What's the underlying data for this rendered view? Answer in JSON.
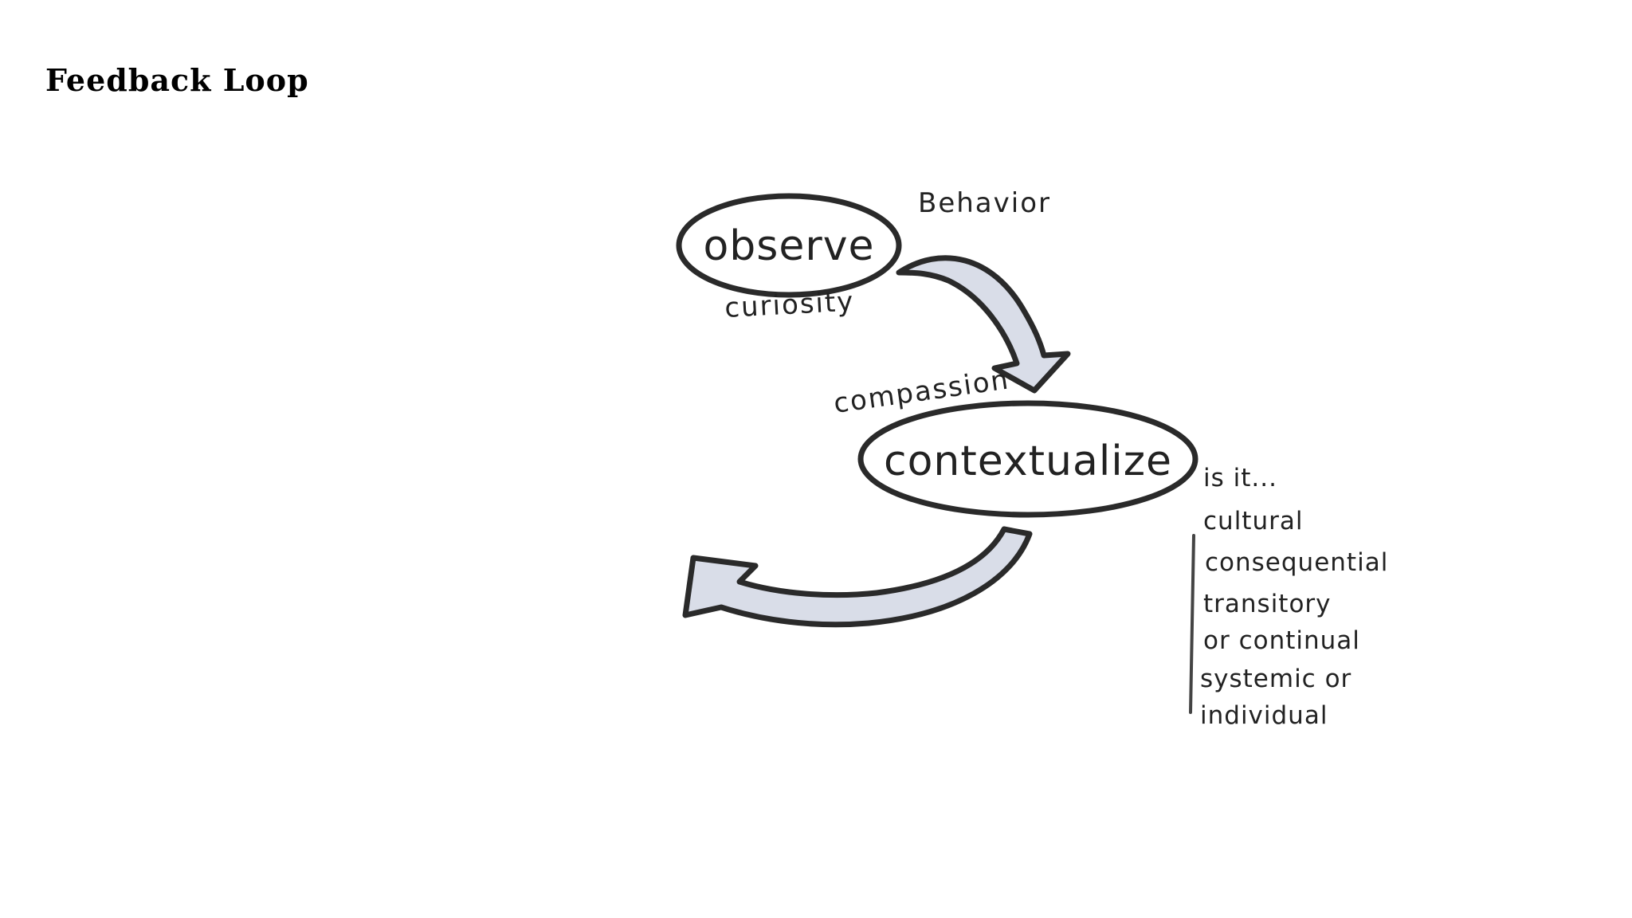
{
  "title": "Feedback Loop",
  "nodes": {
    "observe": "observe",
    "contextualize": "contextualize"
  },
  "labels": {
    "behavior": "Behavior",
    "curiosity": "curiosity",
    "compassion": "compassion"
  },
  "questions": {
    "intro": "is it...",
    "items": [
      "cultural",
      "consequential",
      "transitory",
      "or continual",
      "systemic or",
      "individual"
    ]
  },
  "colors": {
    "ink": "#2a2a2a",
    "arrow_fill": "#d9dde8"
  }
}
